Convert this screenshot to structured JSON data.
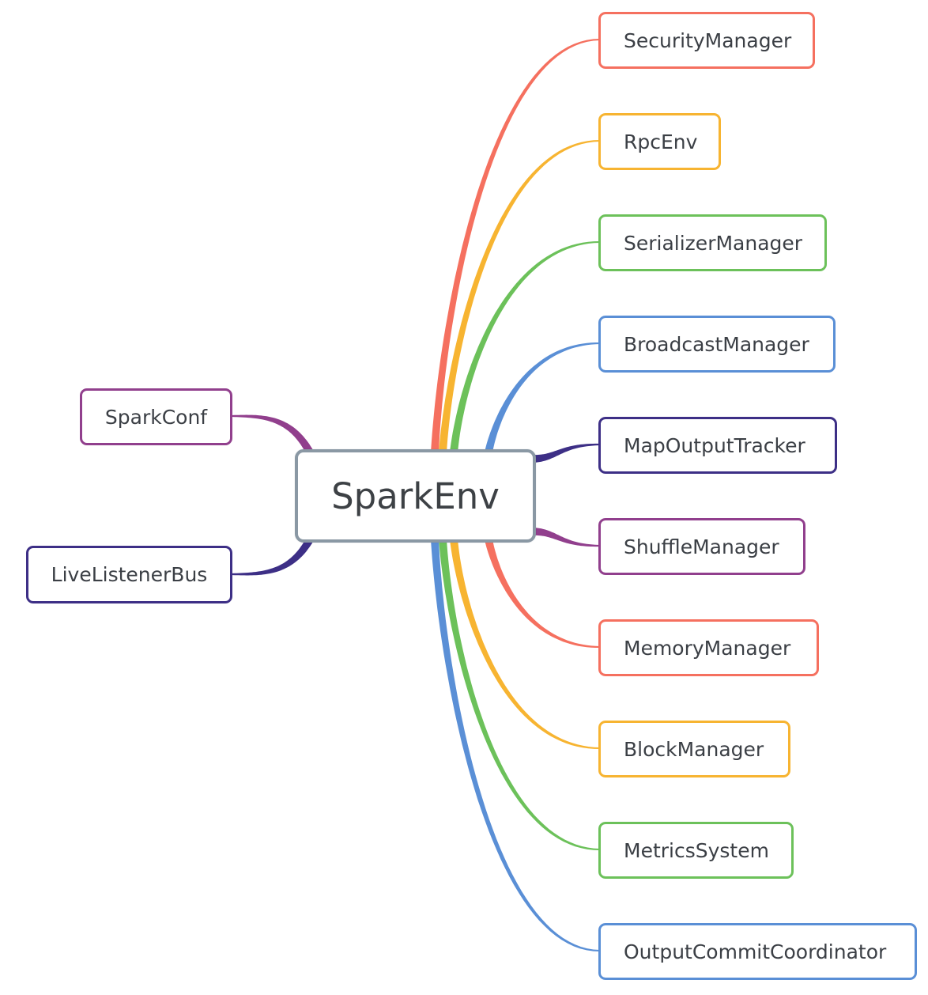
{
  "center": {
    "label": "SparkEnv",
    "color": "#8a98a4"
  },
  "left": [
    {
      "id": "sparkconf",
      "label": "SparkConf",
      "color": "#913f8d"
    },
    {
      "id": "livelistenerbus",
      "label": "LiveListenerBus",
      "color": "#3d2f86"
    }
  ],
  "right": [
    {
      "id": "securitymanager",
      "label": "SecurityManager",
      "color": "#f5705f"
    },
    {
      "id": "rpcenv",
      "label": "RpcEnv",
      "color": "#f7b431"
    },
    {
      "id": "serializermanager",
      "label": "SerializerManager",
      "color": "#6cc15a"
    },
    {
      "id": "broadcastmanager",
      "label": "BroadcastManager",
      "color": "#5a8fd6"
    },
    {
      "id": "mapoutputtracker",
      "label": "MapOutputTracker",
      "color": "#3d2f86"
    },
    {
      "id": "shufflemanager",
      "label": "ShuffleManager",
      "color": "#913f8d"
    },
    {
      "id": "memorymanager",
      "label": "MemoryManager",
      "color": "#f5705f"
    },
    {
      "id": "blockmanager",
      "label": "BlockManager",
      "color": "#f7b431"
    },
    {
      "id": "metricssystem",
      "label": "MetricsSystem",
      "color": "#6cc15a"
    },
    {
      "id": "outputcommitcoordinator",
      "label": "OutputCommitCoordinator",
      "color": "#5a8fd6"
    }
  ]
}
